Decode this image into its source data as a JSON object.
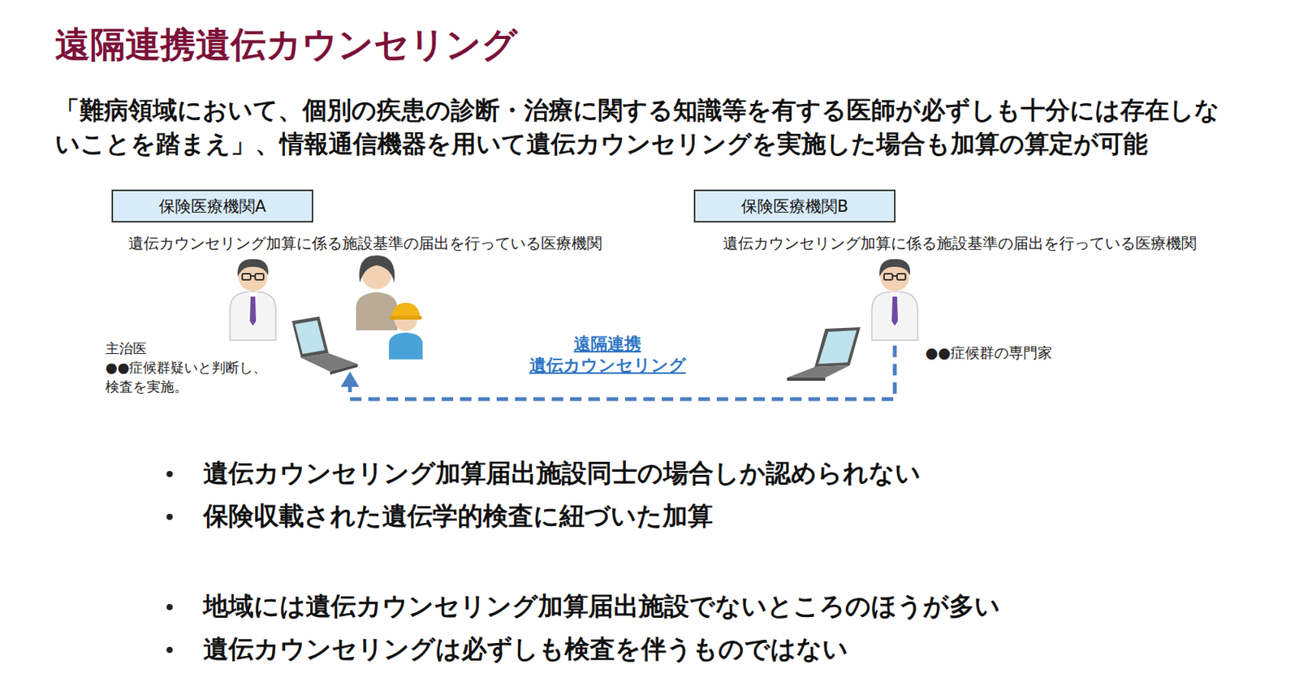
{
  "diagram": {
    "title": "遠隔連携遺伝カウンセリング",
    "nodes": [
      {
        "text": [
          "保険医療機関A"
        ]
      },
      {
        "text": [
          "保険医療機関B"
        ]
      }
    ],
    "labels": [
      "「難病領域において、個別の疾患の診断・治療に関する知識等を有する医師が必ずしも十分には存在しないことを踏まえ」、情報通信機器を用いて遺伝カウンセリングを実施した場合も加算の算定が可能",
      "遺伝カウンセリング加算に係る施設基準の届出を行っている医療機関",
      "主治医",
      "●●症候群疑いと判断し、 検査を実施。",
      "遠隔連携 遺伝カウンセリング",
      "遺伝カウンセリング加算に係る施設基準の届出を行っている医療機関",
      "●●症候群の専門家",
      "遺伝カウンセリング加算届出施設同士の場合しか認められない",
      "保険収載された遺伝学的検査に紐づいた加算",
      "地域には遺伝カウンセリング加算届出施設でないところのほうが多い",
      "遺伝カウンセリングは必ずしも検査を伴うものではない"
    ]
  }
}
